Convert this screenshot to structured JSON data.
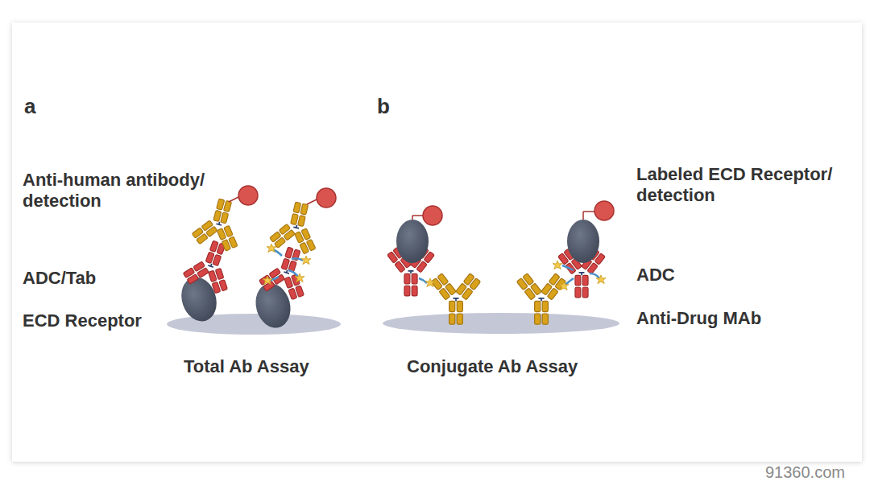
{
  "diagram": {
    "labels": [
      "a",
      "b",
      "Anti-human antibody/ detection",
      "ADC/Tab",
      "ECD Receptor",
      "Total Ab Assay",
      "Conjugate Ab Assay",
      "Labeled ECD Receptor/ detection",
      "ADC",
      "Anti-Drug MAb",
      "91360.com"
    ]
  }
}
